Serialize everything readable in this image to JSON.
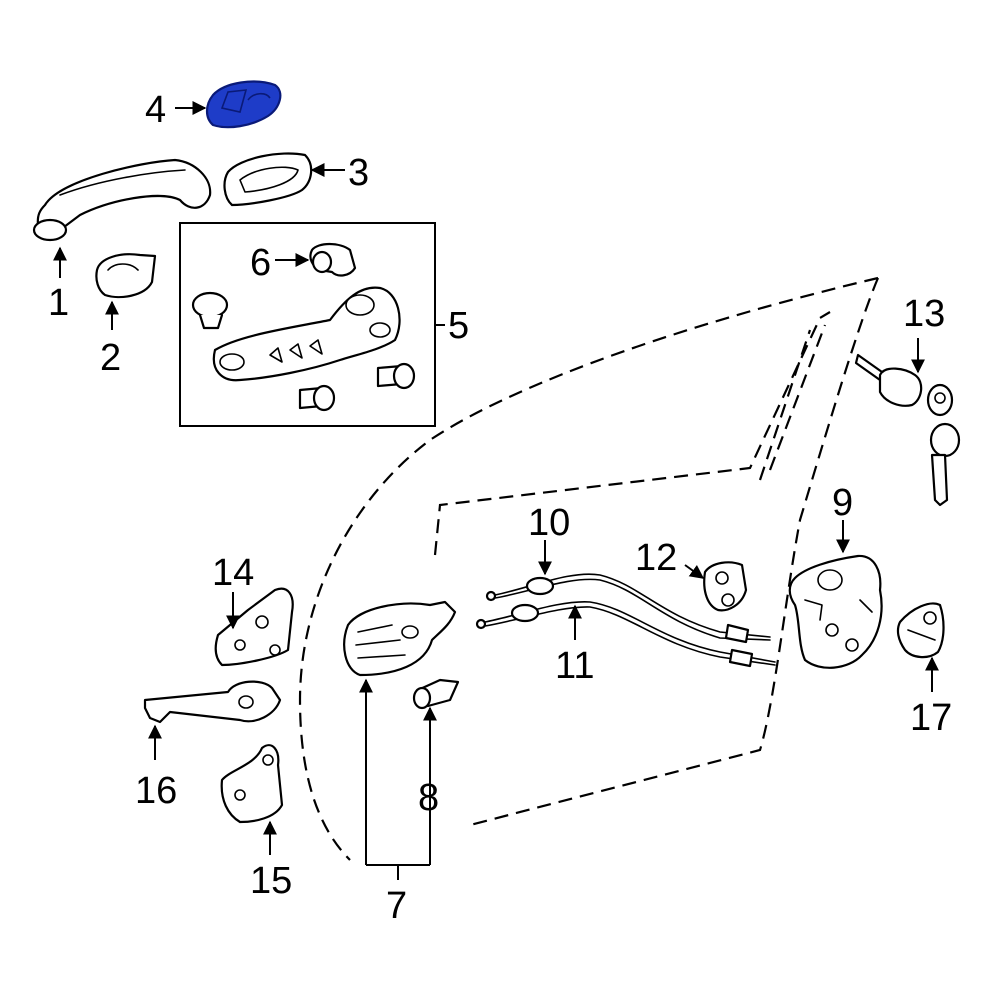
{
  "colors": {
    "background": "#ffffff",
    "line": "#000000",
    "highlight_fill": "#1e3cc8",
    "highlight_stroke": "#0a1a78"
  },
  "highlighted_part": "4",
  "callouts": {
    "c1": "1",
    "c2": "2",
    "c3": "3",
    "c4": "4",
    "c5": "5",
    "c6": "6",
    "c7": "7",
    "c8": "8",
    "c9": "9",
    "c10": "10",
    "c11": "11",
    "c12": "12",
    "c13": "13",
    "c14": "14",
    "c15": "15",
    "c16": "16",
    "c17": "17"
  }
}
